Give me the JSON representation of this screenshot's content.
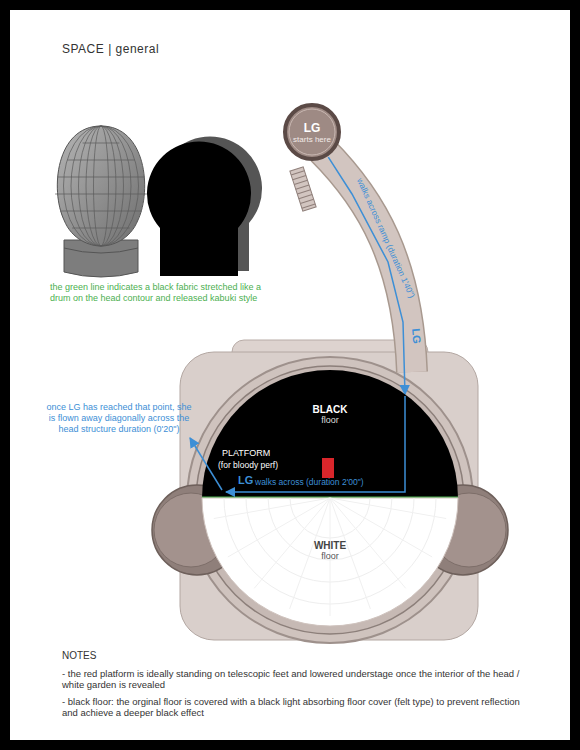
{
  "diagram": {
    "title": "SPACE | general",
    "nodes": [
      {
        "text": [
          "LG",
          "starts here"
        ]
      },
      {
        "text": [
          "BLACK",
          "floor"
        ]
      },
      {
        "text": [
          "WHITE",
          "floor"
        ]
      }
    ],
    "edges": [
      {
        "from": 0,
        "to": 1,
        "arrow": "to"
      }
    ],
    "labels": [
      "the green line indicates a black fabric stretched like a drum on the head contour and released kabuki style",
      "LG",
      "walks across ramp (duration 1'40\")",
      "once LG has reached that point, she is flown away diagonally across the head structure duration (0'20\")",
      "PLATFORM",
      "(for bloody perf)",
      "LG",
      "walks across (duration 2'00\")",
      "NOTES",
      "- the red platform is ideally standing on telescopic feet and lowered understage once the interior of the head / white garden is revealed",
      "- black floor: the orginal floor is covered with a black light absorbing floor cover (felt type) to prevent reflection and achieve a deeper black effect"
    ]
  }
}
